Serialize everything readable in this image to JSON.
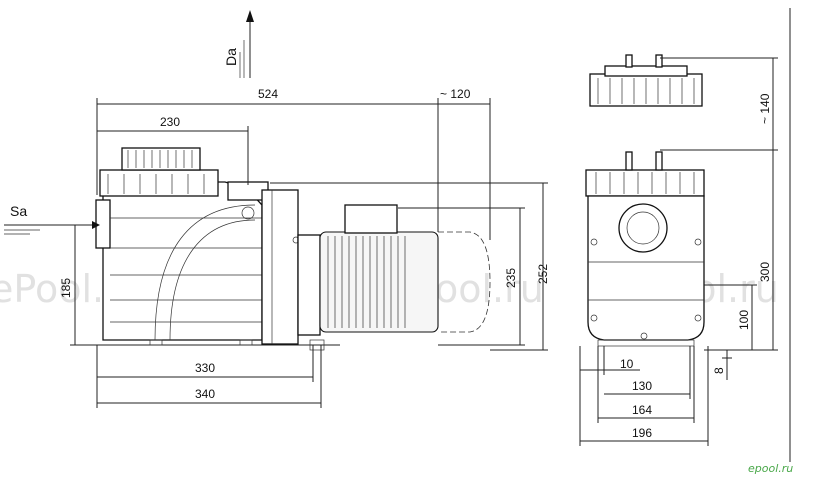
{
  "labels": {
    "suction": "Sa",
    "discharge": "Da"
  },
  "dimensions": {
    "total_length": "524",
    "pump_body_length": "230",
    "motor_fan_clearance": "~ 120",
    "inlet_height": "185",
    "motor_height": "235",
    "overall_height": "252",
    "base_to_motor_end": "330",
    "base_overall_length": "340",
    "lid_clearance": "~ 140",
    "front_height": "300",
    "outlet_height": "100",
    "foot_thickness": "8",
    "foot_offset": "10",
    "foot_spacing_inner": "130",
    "foot_spacing_outer": "164",
    "front_width": "196"
  },
  "watermark": {
    "text": "ePool.ru"
  },
  "brand": {
    "logo_text": "epool.ru"
  },
  "colors": {
    "line": "#111111",
    "watermark": "#c8c8c8",
    "brand": "#4aa84a"
  }
}
